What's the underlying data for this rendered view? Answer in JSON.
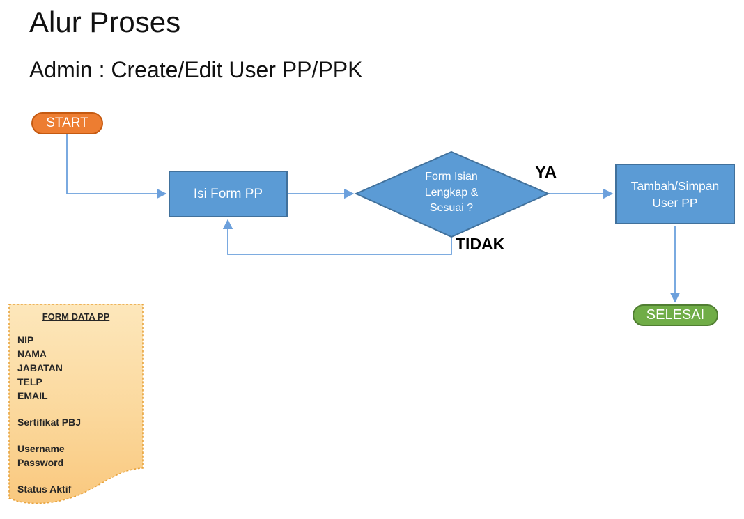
{
  "slide": {
    "title": "Alur Proses",
    "subtitle": "Admin : Create/Edit User PP/PPK"
  },
  "flowchart": {
    "start_label": "START",
    "step_fill_form": "Isi Form PP",
    "decision_label": "Form Isian\nLengkap &\nSesuai ?",
    "branch_yes": "YA",
    "branch_no": "TIDAK",
    "step_save_user": "Tambah/Simpan\nUser PP",
    "end_label": "SELESAI"
  },
  "note": {
    "title": "FORM DATA PP",
    "fields": [
      "NIP",
      "NAMA",
      "JABATAN",
      "TELP",
      "EMAIL",
      "Sertifikat PBJ",
      "Username",
      "Password",
      "Status Aktif"
    ]
  },
  "colors": {
    "process_fill": "#5B9BD5",
    "process_border": "#41719C",
    "connector": "#6CA0DC",
    "start_fill": "#ED7D31",
    "start_border": "#C55A11",
    "end_fill": "#70AD47",
    "end_border": "#507E32",
    "note_fill_top": "#FDE7BB",
    "note_fill_bottom": "#F9C87E",
    "note_border": "#E8A33D",
    "text_dark": "#262626"
  }
}
